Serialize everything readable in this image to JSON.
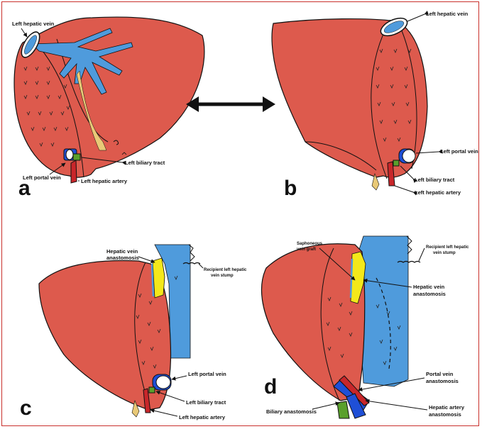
{
  "panels": {
    "a": {
      "letter": "a",
      "labels": {
        "left_hepatic_vein": "Left hepatic vein",
        "left_biliary_tract": "Left biliary tract",
        "left_portal_vein": "Left portal vein",
        "left_hepatic_artery": "Left hepatic artery"
      }
    },
    "b": {
      "letter": "b",
      "labels": {
        "left_hepatic_vein": "Left hepatic vein",
        "left_portal_vein": "Left portal vein",
        "left_biliary_tract": "Left biliary tract",
        "left_hepatic_artery": "Left hepatic artery"
      }
    },
    "c": {
      "letter": "c",
      "labels": {
        "hepatic_vein_anastomosis_1": "Hepatic vein",
        "hepatic_vein_anastomosis_2": "anastomosis",
        "recipient_stump_1": "Recipient left hepatic",
        "recipient_stump_2": "vein stump",
        "left_portal_vein": "Left portal vein",
        "left_biliary_tract": "Left biliary tract",
        "left_hepatic_artery": "Left hepatic artery"
      }
    },
    "d": {
      "letter": "d",
      "labels": {
        "saphenous_1": "Saphoneous",
        "saphenous_2": "vein graft",
        "recipient_stump_1": "Recipient left hepatic",
        "recipient_stump_2": "vein stump",
        "hepatic_vein_anastomosis_1": "Hepatic vein",
        "hepatic_vein_anastomosis_2": "anastomosis",
        "portal_vein_anastomosis_1": "Portal vein",
        "portal_vein_anastomosis_2": "anastomosis",
        "biliary_anastomosis": "Biliary anastomosis",
        "hepatic_artery_anastomosis_1": "Hepatic artery",
        "hepatic_artery_anastomosis_2": "anastomosis"
      }
    }
  },
  "colors": {
    "liver": "#dd5a4d",
    "vein": "#4f9bdc",
    "portal_vein": "#1f4fd6",
    "artery": "#c8262a",
    "biliary": "#5aa02c",
    "anastomosis": "#f4e81a",
    "frame": "#c9302c"
  }
}
